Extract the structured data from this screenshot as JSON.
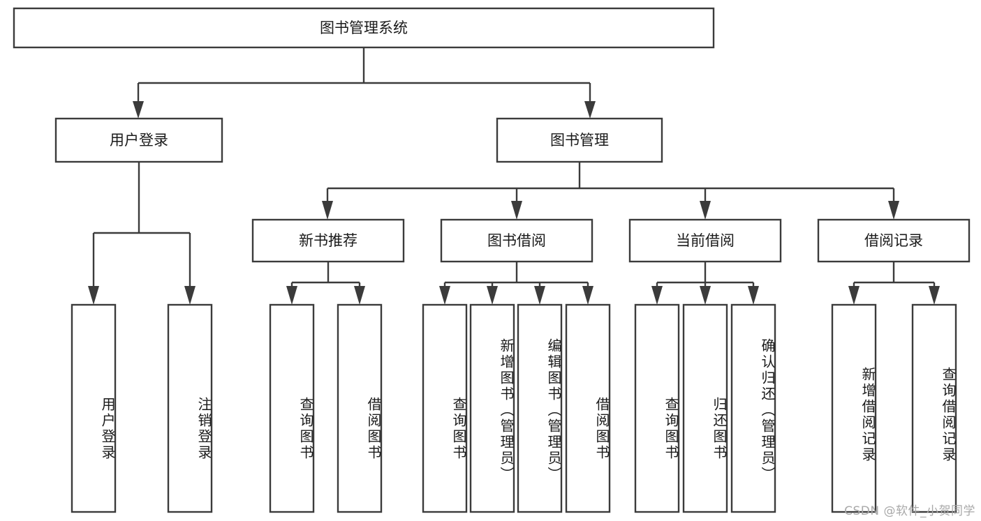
{
  "diagram": {
    "type": "tree",
    "title": "图书管理系统",
    "watermark": "CSDN @软件_小贺同学",
    "colors": {
      "stroke": "#3b3b3b",
      "fill": "#ffffff",
      "text": "#1a1a1a",
      "watermark": "#a9a9a9",
      "background": "#ffffff"
    },
    "root": {
      "label": "图书管理系统"
    },
    "level2": [
      {
        "label": "用户登录"
      },
      {
        "label": "图书管理"
      }
    ],
    "level3": [
      {
        "label": "新书推荐"
      },
      {
        "label": "图书借阅"
      },
      {
        "label": "当前借阅"
      },
      {
        "label": "借阅记录"
      }
    ],
    "leaves": {
      "user_login": [
        {
          "label": "用户登录"
        },
        {
          "label": "注销登录"
        }
      ],
      "new_book_recommend": [
        {
          "label": "查询图书"
        },
        {
          "label": "借阅图书"
        }
      ],
      "book_borrow": [
        {
          "label": "查询图书"
        },
        {
          "label": "新增图书（管理员）"
        },
        {
          "label": "编辑图书（管理员）"
        },
        {
          "label": "借阅图书"
        }
      ],
      "current_borrow": [
        {
          "label": "查询图书"
        },
        {
          "label": "归还图书"
        },
        {
          "label": "确认归还（管理员）"
        }
      ],
      "borrow_record": [
        {
          "label": "新增借阅记录"
        },
        {
          "label": "查询借阅记录"
        }
      ]
    }
  }
}
